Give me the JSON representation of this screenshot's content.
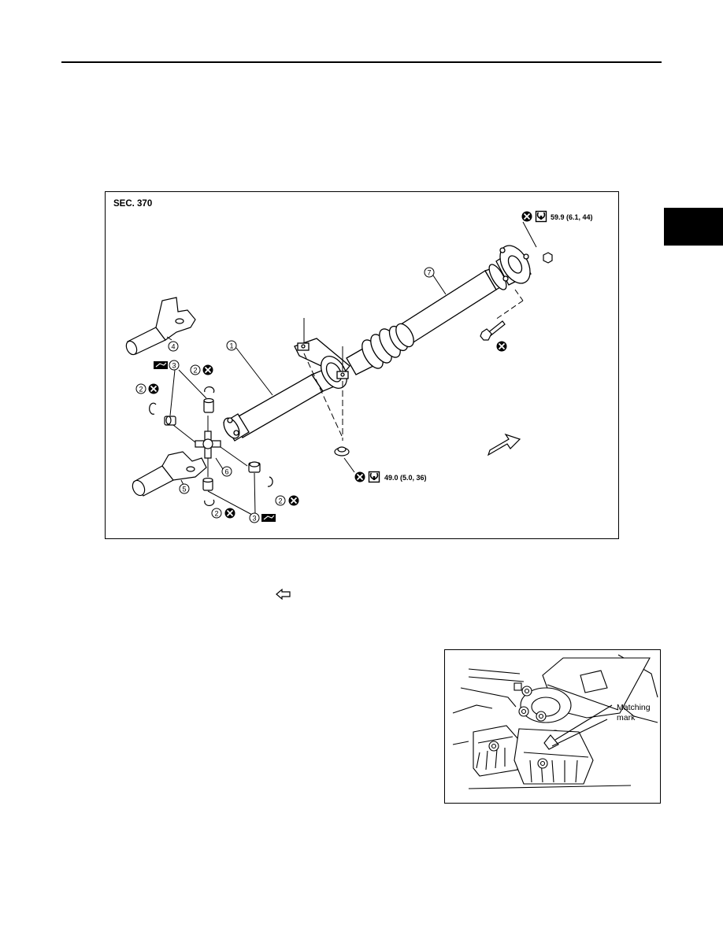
{
  "diagram": {
    "section_label": "SEC. 370",
    "callouts": [
      "1",
      "2",
      "3",
      "4",
      "5",
      "6",
      "7"
    ],
    "torque_upper": "59.9 (6.1, 44)",
    "torque_lower": "49.0 (5.0, 36)"
  },
  "photo": {
    "label_line1": "Matching",
    "label_line2": "mark"
  },
  "icons": [
    "do-not-reuse-icon",
    "torque-wrench-icon",
    "grease-icon",
    "front-arrow-icon",
    "hollow-left-arrow-icon"
  ]
}
